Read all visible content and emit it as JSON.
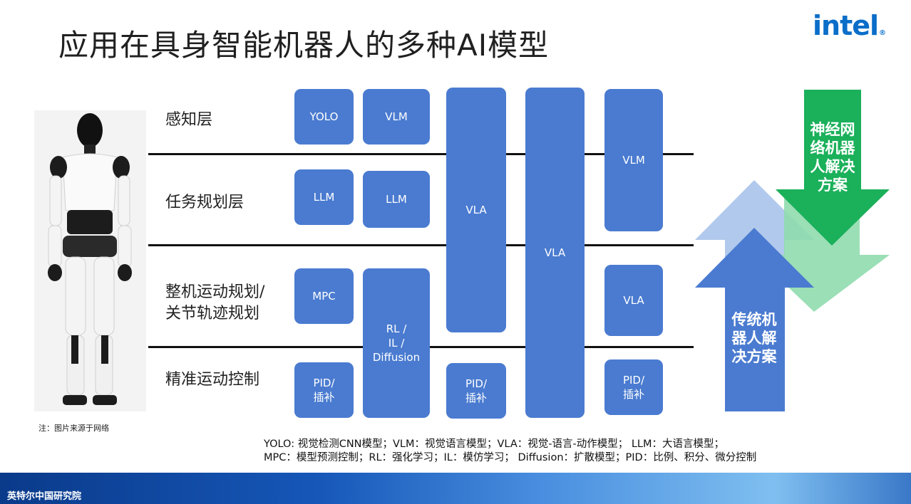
{
  "title": "应用在具身智能机器人的多种AI模型",
  "logo": {
    "text": "intel",
    "mark": "®"
  },
  "note": "注：图片来源于网络",
  "layers": {
    "perception": "感知层",
    "task_planning": "任务规划层",
    "motion_planning_1": "整机运动规划/",
    "motion_planning_2": "关节轨迹规划",
    "precise_control": "精准运动控制"
  },
  "boxes": {
    "yolo": "YOLO",
    "vlm_1": "VLM",
    "llm_1": "LLM",
    "llm_2": "LLM",
    "mpc": "MPC",
    "rl_1": "RL /",
    "rl_2": "IL /",
    "rl_3": "Diffusion",
    "pid_1a": "PID/",
    "pid_1b": "插补",
    "vla_tall": "VLA",
    "pid_2a": "PID/",
    "pid_2b": "插补",
    "vla_full": "VLA",
    "vlm_2": "VLM",
    "vla_small": "VLA",
    "pid_3a": "PID/",
    "pid_3b": "插补"
  },
  "arrows": {
    "neural_1": "神经网",
    "neural_2": "络机器",
    "neural_3": "人解决",
    "neural_4": "方案",
    "traditional_1": "传统机",
    "traditional_2": "器人解",
    "traditional_3": "决方案"
  },
  "legend": {
    "line1": "YOLO: 视觉检测CNN模型；VLM：视觉语言模型；VLA：视觉-语言-动作模型； LLM：大语言模型；",
    "line2": "MPC：模型预测控制；RL：强化学习；IL：模仿学习； Diffusion：扩散模型；PID：比例、积分、微分控制"
  },
  "footer": "英特尔中国研究院",
  "colors": {
    "box": "#4a7bd0",
    "intel_blue": "#0a6ec9",
    "green": "#1bb05a",
    "light_green": "#8fdcae",
    "light_blue": "#a9c3ea"
  }
}
